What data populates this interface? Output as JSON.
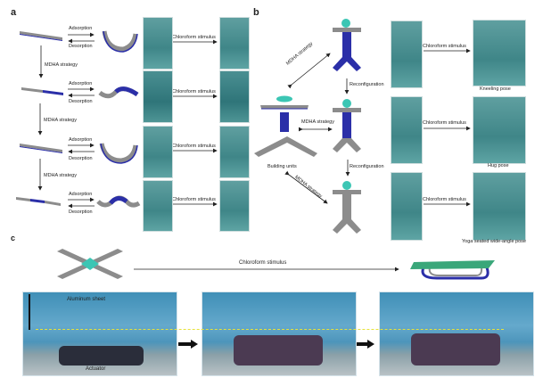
{
  "panel_labels": {
    "a": "a",
    "b": "b",
    "c": "c"
  },
  "panel_a": {
    "adsorption": "Adsorption",
    "desorption": "Desorption",
    "strategy": "MDHA strategy",
    "stimulus": "Chloroform stimulus",
    "rows": 4
  },
  "panel_b": {
    "strategy": "MDHA strategy",
    "reconfiguration": "Reconfiguration",
    "building_units": "Building units",
    "stimulus": "Chloroform stimulus",
    "poses": [
      "Kneeling pose",
      "Hug pose",
      "Yoga seated wide-angle pose"
    ]
  },
  "panel_c": {
    "stimulus": "Chloroform stimulus",
    "aluminum_sheet": "Aluminum sheet",
    "actuator": "Actuator"
  },
  "colors": {
    "active": "#2b2fa8",
    "passive": "#8c8c8c",
    "head": "#3cc6b4",
    "guide": "#e8e23a"
  }
}
